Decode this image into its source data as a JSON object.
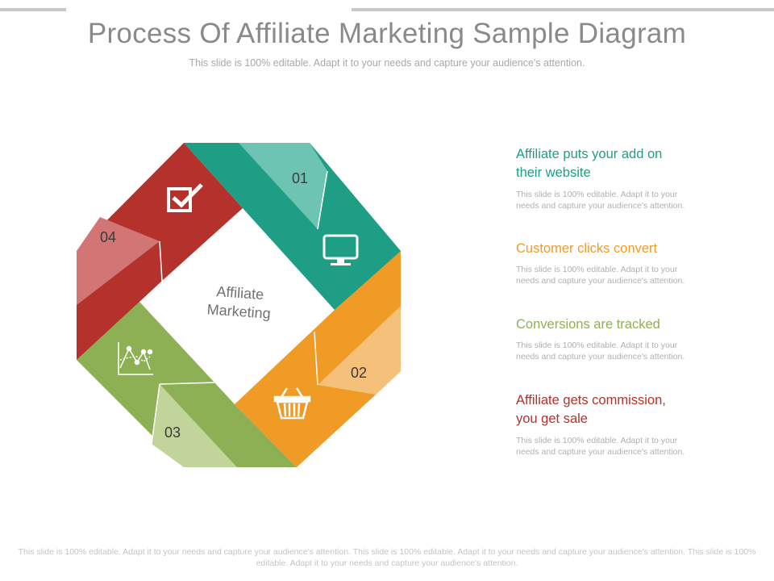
{
  "header": {
    "title": "Process Of Affiliate Marketing Sample Diagram",
    "subtitle": "This slide is 100% editable. Adapt it to your needs and capture your audience's attention."
  },
  "diagram": {
    "center_label": [
      "Affiliate",
      "Marketing"
    ],
    "segments": [
      {
        "number": "01",
        "icon": "monitor-icon",
        "color": "#1e9e84",
        "light": "#6ec4b2"
      },
      {
        "number": "02",
        "icon": "basket-icon",
        "color": "#ef9b25",
        "light": "#f5c07a"
      },
      {
        "number": "03",
        "icon": "line-chart-icon",
        "color": "#8eb054",
        "light": "#c1d59a"
      },
      {
        "number": "04",
        "icon": "checkbox-icon",
        "color": "#b5312c",
        "light": "#d27675"
      }
    ]
  },
  "legend": [
    {
      "title_line1": "Affiliate puts your add on",
      "title_line2": "their website",
      "desc": "This slide is 100% editable. Adapt it to your needs and capture your audience's attention.",
      "color": "#1e9e84"
    },
    {
      "title_line1": "Customer clicks convert",
      "title_line2": "",
      "desc": "This slide is 100% editable. Adapt it to your needs and capture your audience's attention.",
      "color": "#ef9b25"
    },
    {
      "title_line1": "Conversions are tracked",
      "title_line2": "",
      "desc": "This slide is 100% editable. Adapt it to your needs and capture your audience's attention.",
      "color": "#8eb054"
    },
    {
      "title_line1": "Affiliate gets commission,",
      "title_line2": "you get sale",
      "desc": "This slide is 100% editable. Adapt it to your needs and capture your audience's attention.",
      "color": "#b5312c"
    }
  ],
  "footer": {
    "text": "This slide is 100% editable. Adapt it to your needs and capture your audience's attention. This slide is 100% editable. Adapt it to your needs and capture your audience's attention. This slide is 100% editable. Adapt it to your needs and capture your audience's attention."
  }
}
